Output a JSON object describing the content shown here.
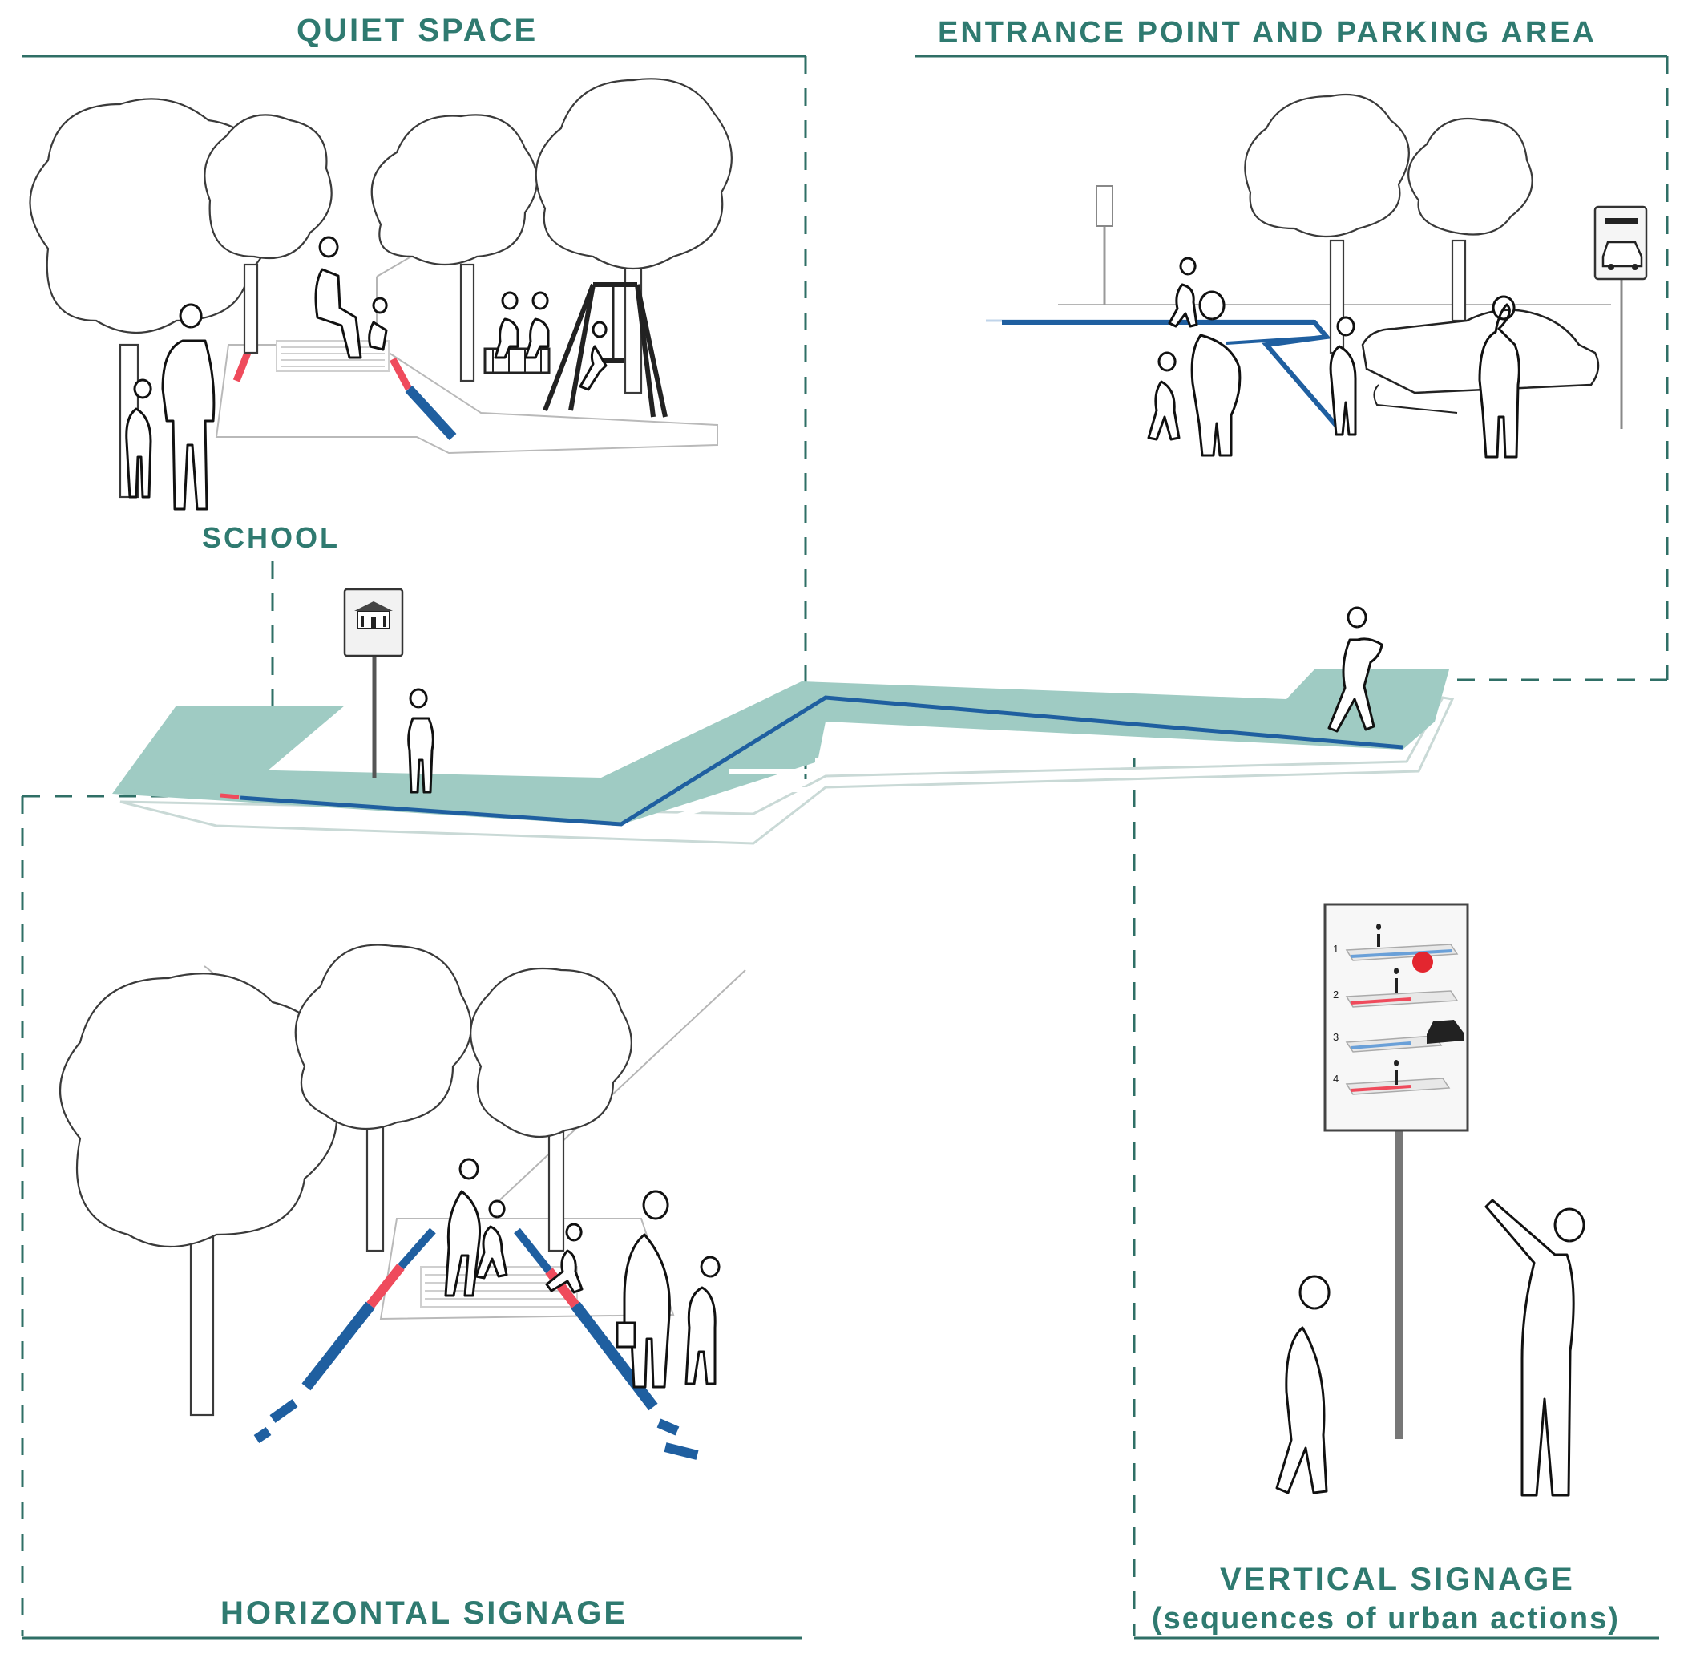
{
  "labels": {
    "quiet_space": "QUIET SPACE",
    "entrance": "ENTRANCE POINT AND PARKING AREA",
    "school": "SCHOOL",
    "horizontal": "HORIZONTAL SIGNAGE",
    "vertical_line1": "VERTICAL SIGNAGE",
    "vertical_line2": "(sequences of urban actions)"
  },
  "sign_steps": [
    "1",
    "2",
    "3",
    "4"
  ],
  "colors": {
    "accent_teal": "#2f7a70",
    "path_fill": "#9fcbc3",
    "blue_stripe": "#1f5fa0",
    "red_stripe": "#ef4b5c"
  }
}
